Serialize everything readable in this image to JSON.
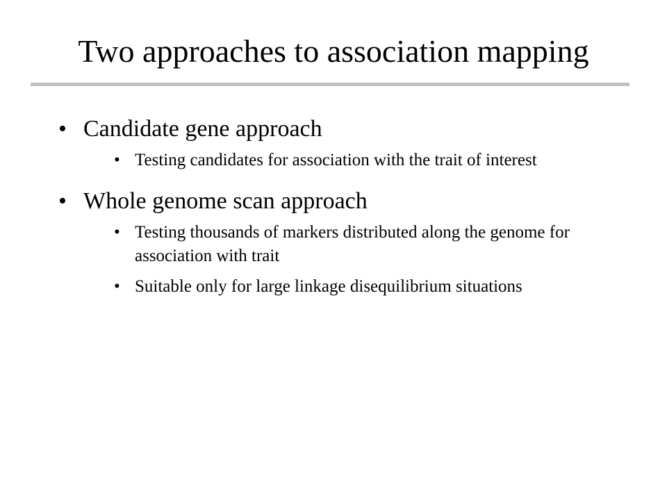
{
  "slide": {
    "title": "Two approaches to association mapping",
    "bullet_glyph": "•",
    "bullets": [
      {
        "text": "Candidate gene approach",
        "subs": [
          "Testing candidates for association with the trait of interest"
        ]
      },
      {
        "text": "Whole genome scan approach",
        "subs": [
          "Testing thousands of markers distributed along the genome for association with trait",
          "Suitable only for large linkage disequilibrium situations"
        ]
      }
    ]
  }
}
